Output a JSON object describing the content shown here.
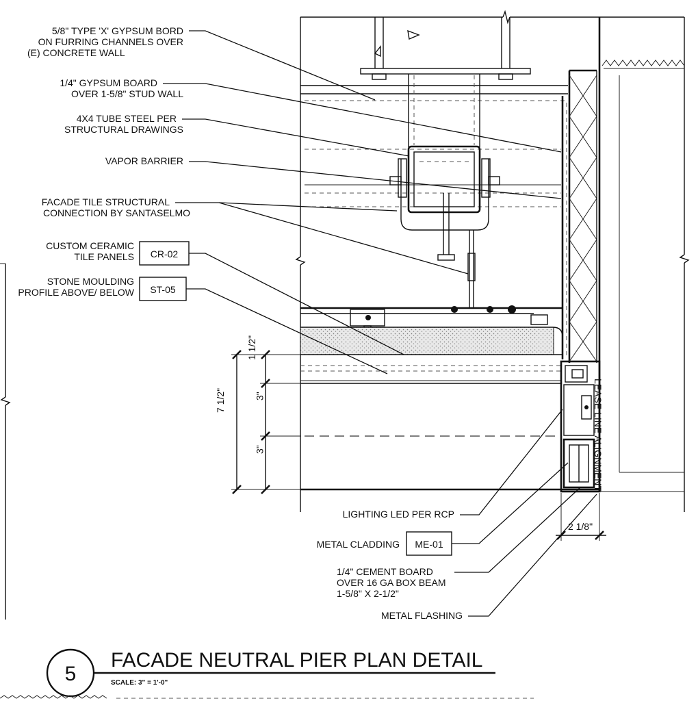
{
  "callouts": {
    "gypsum_x_l1": "5/8\" TYPE 'X' GYPSUM BORD",
    "gypsum_x_l2": "ON FURRING CHANNELS OVER",
    "gypsum_x_l3": "(E) CONCRETE WALL",
    "stud_l1": "1/4\" GYPSUM BOARD",
    "stud_l2": "OVER 1-5/8\" STUD WALL",
    "tube_l1": "4X4 TUBE STEEL PER",
    "tube_l2": "STRUCTURAL DRAWINGS",
    "vapor": "VAPOR BARRIER",
    "facade_l1": "FACADE TILE STRUCTURAL",
    "facade_l2": "CONNECTION BY SANTASELMO",
    "ceramic_l1": "CUSTOM CERAMIC",
    "ceramic_l2": "TILE PANELS",
    "ceramic_tag": "CR-02",
    "stone_l1": "STONE MOULDING",
    "stone_l2": "PROFILE ABOVE/ BELOW",
    "stone_tag": "ST-05",
    "lighting": "LIGHTING LED PER RCP",
    "cladding": "METAL CLADDING",
    "cladding_tag": "ME-01",
    "cement_l1": "1/4\" CEMENT BOARD",
    "cement_l2": "OVER 16 GA BOX BEAM",
    "cement_l3": "1-5/8\" X 2-1/2\"",
    "flashing": "METAL FLASHING",
    "lease_line": "LEASE LINE ALIGNMENT"
  },
  "dimensions": {
    "overall": "7 1/2\"",
    "d1": "1 1/2\"",
    "d2": "3\"",
    "d3": "3\"",
    "side": "2 1/8\""
  },
  "title_block": {
    "number": "5",
    "title": "FACADE NEUTRAL PIER PLAN DETAIL",
    "scale": "SCALE: 3\" = 1'-0\""
  }
}
